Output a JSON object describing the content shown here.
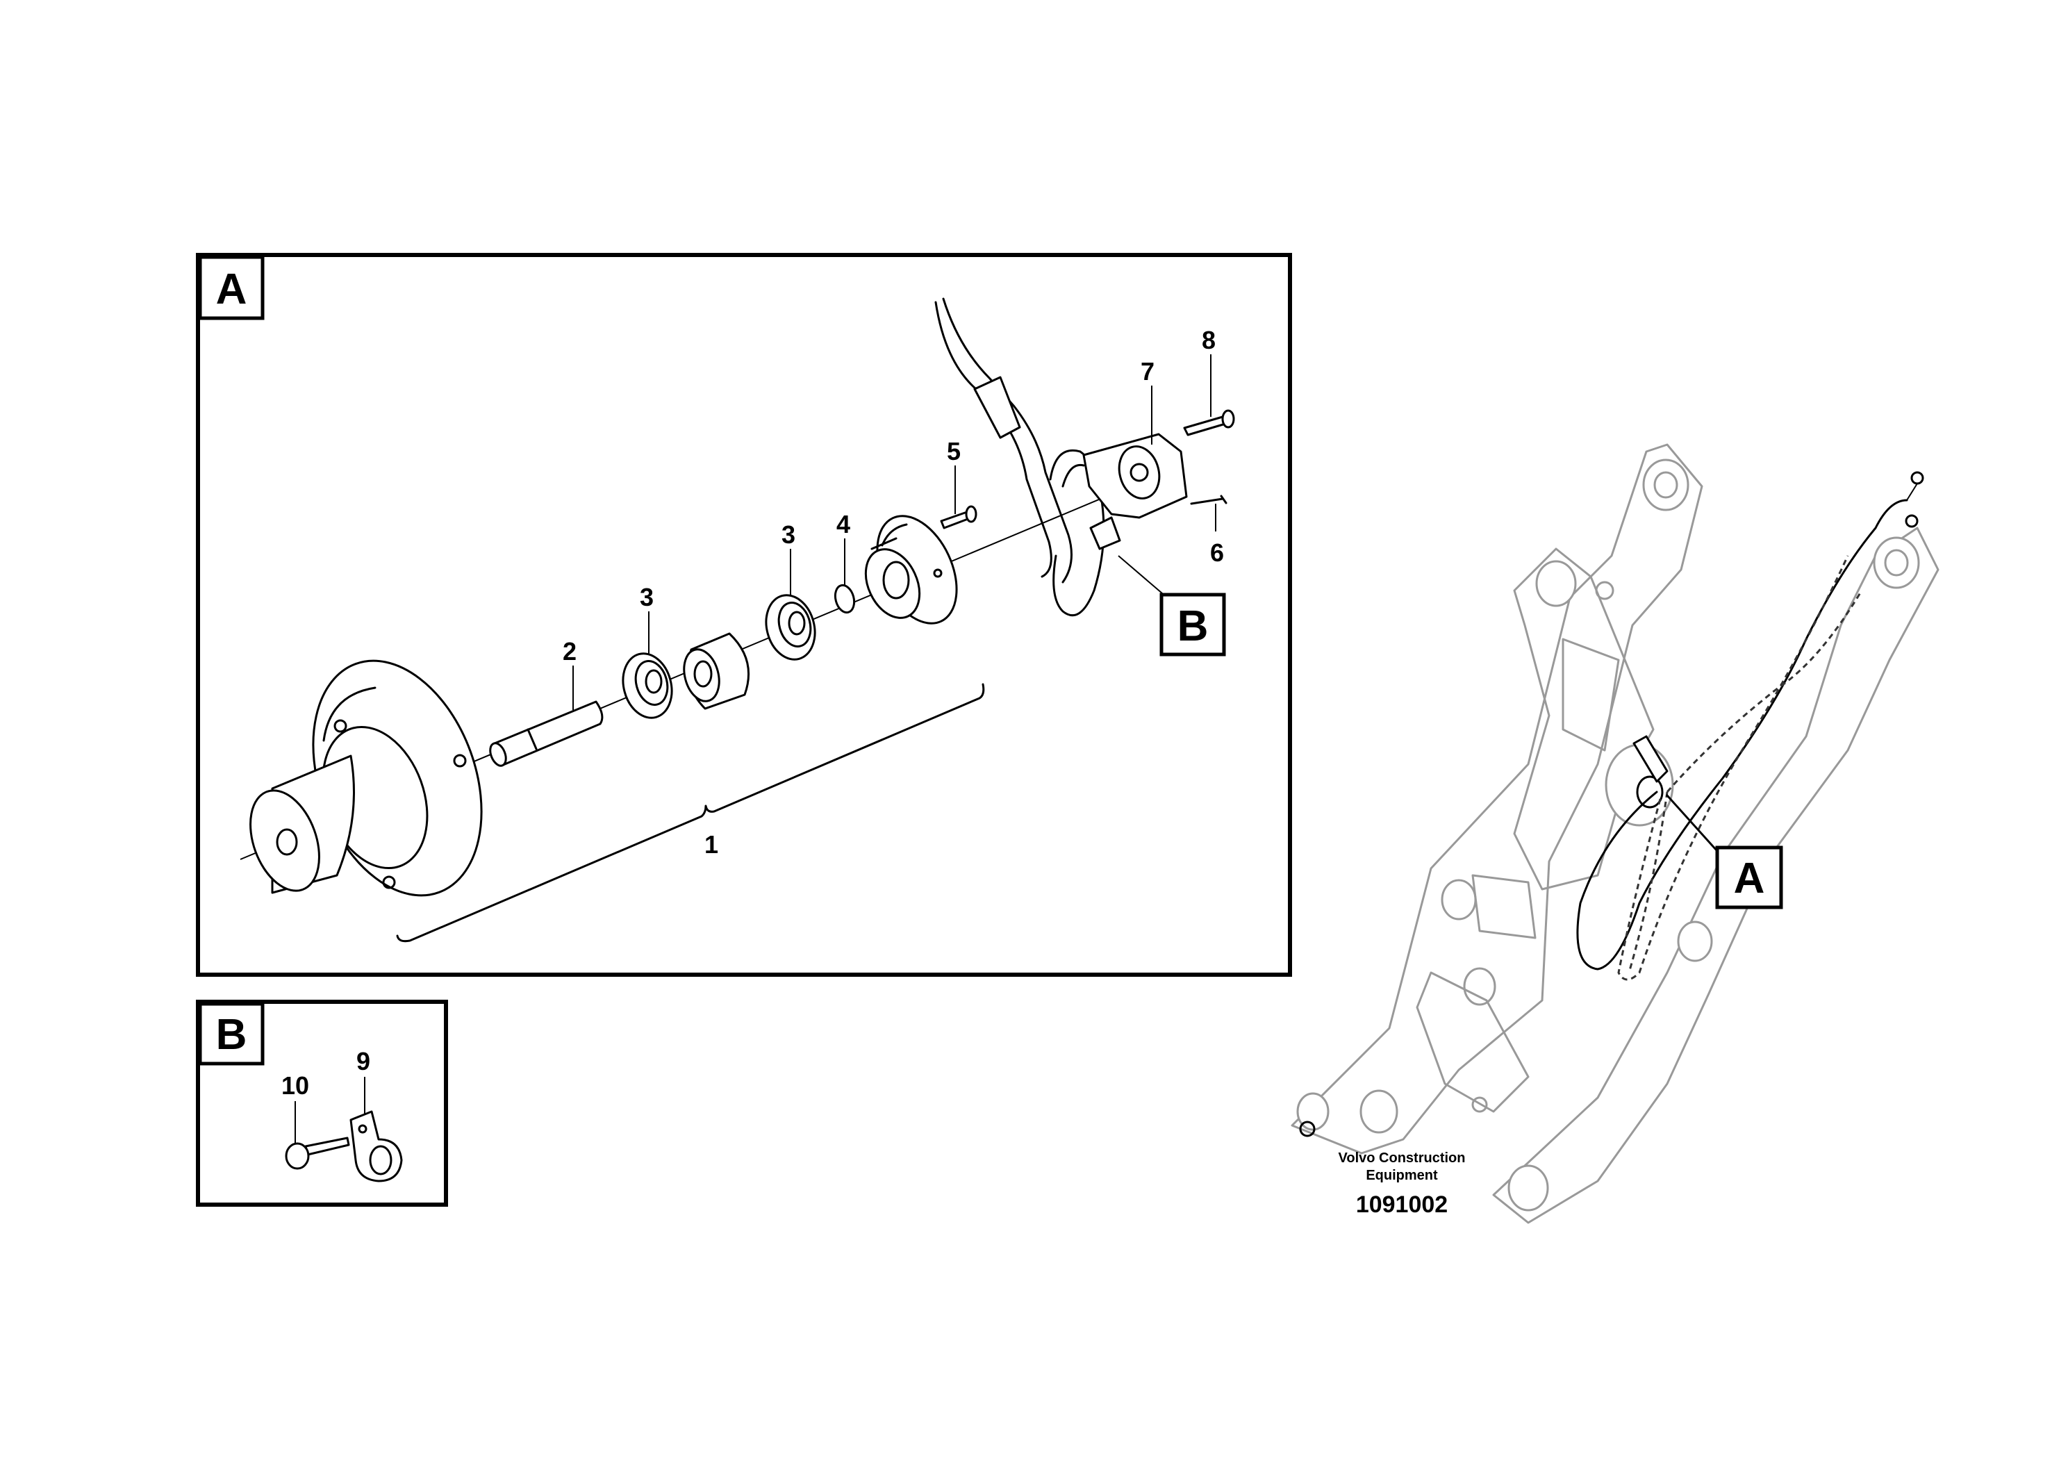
{
  "panel_a": {
    "label": "A"
  },
  "panel_b": {
    "label": "B"
  },
  "callouts": {
    "hub": "1",
    "pin": "2",
    "bearing_left": "3",
    "bearing_right": "3",
    "ring": "4",
    "screw_flange": "5",
    "screw_sensor": "6",
    "sensor": "7",
    "bolt": "8",
    "clamp": "9",
    "clamp_screw": "10"
  },
  "detail_ref_b": "B",
  "overview_ref_a": "A",
  "credit": {
    "line1": "Volvo Construction",
    "line2": "Equipment"
  },
  "doc_number": "1091002"
}
